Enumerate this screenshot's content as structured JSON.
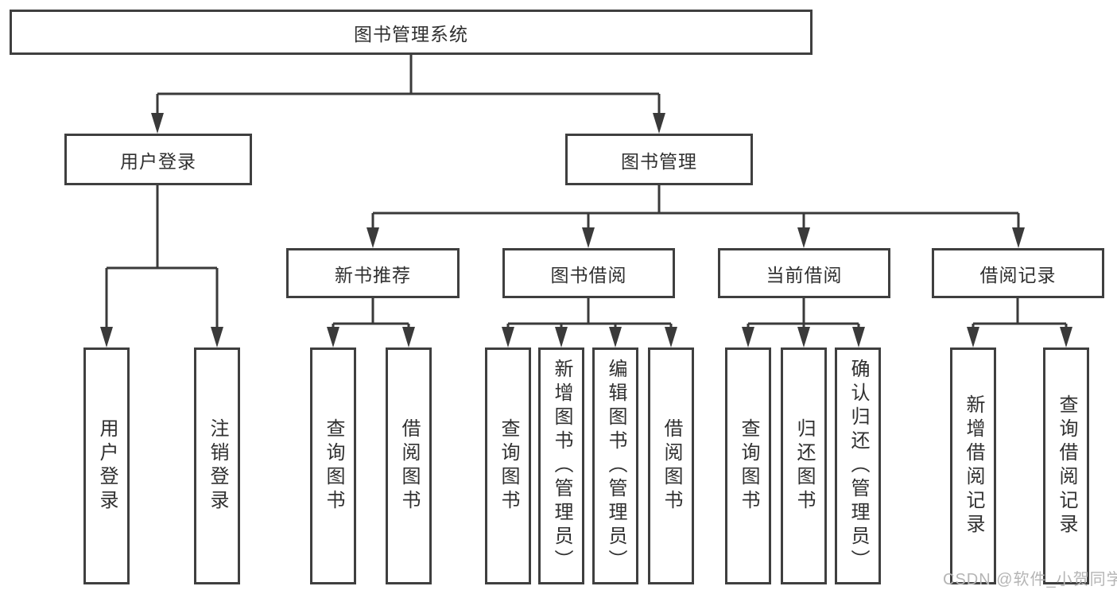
{
  "colors": {
    "line": "#3a3a3a",
    "border": "#3f3f3f",
    "text": "#303030",
    "background": "#ffffff",
    "watermark_color": "#b5b5b5"
  },
  "watermark": {
    "text": "CSDN @软件_小贺同学"
  },
  "tree": {
    "root": {
      "label": "图书管理系统"
    },
    "branches": [
      {
        "label": "用户登录",
        "children": [
          {
            "label": "用户登录"
          },
          {
            "label": "注销登录"
          }
        ]
      },
      {
        "label": "图书管理",
        "children": [
          {
            "label": "新书推荐",
            "children": [
              {
                "label": "查询图书"
              },
              {
                "label": "借阅图书"
              }
            ]
          },
          {
            "label": "图书借阅",
            "children": [
              {
                "label": "查询图书"
              },
              {
                "label": "新增图书（管理员）"
              },
              {
                "label": "编辑图书（管理员）"
              },
              {
                "label": "借阅图书"
              }
            ]
          },
          {
            "label": "当前借阅",
            "children": [
              {
                "label": "查询图书"
              },
              {
                "label": "归还图书"
              },
              {
                "label": "确认归还（管理员）"
              }
            ]
          },
          {
            "label": "借阅记录",
            "children": [
              {
                "label": "新增借阅记录"
              },
              {
                "label": "查询借阅记录"
              }
            ]
          }
        ]
      }
    ]
  }
}
